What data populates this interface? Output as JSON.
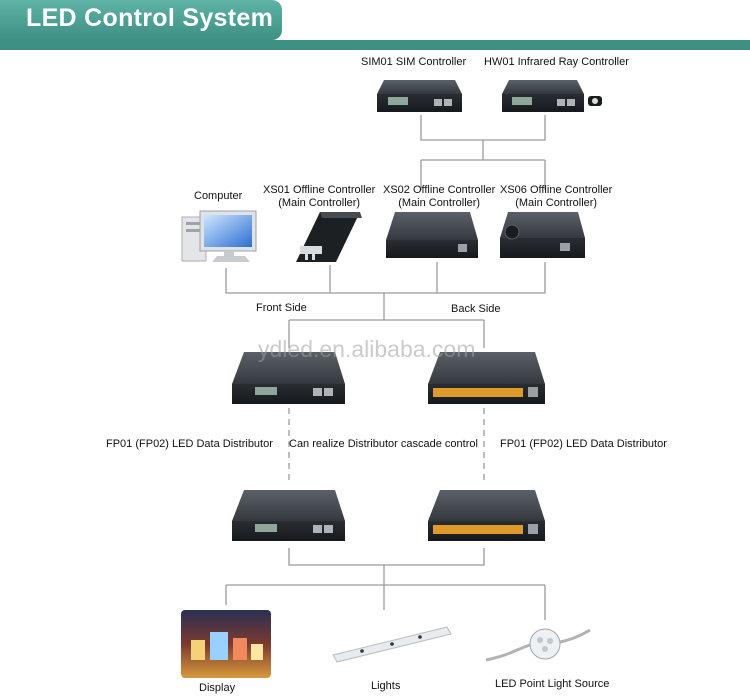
{
  "header": {
    "title": "LED Control System",
    "accent_color": "#3e8f84"
  },
  "watermark": "ydled.en.alibaba.com",
  "top_controllers": {
    "sim": "SIM01 SIM Controller",
    "hw": "HW01 Infrared Ray Controller"
  },
  "main_controllers": {
    "computer": "Computer",
    "xs01": {
      "line1": "XS01 Offline Controller",
      "line2": "(Main Controller)"
    },
    "xs02": {
      "line1": "XS02 Offline Controller",
      "line2": "(Main Controller)"
    },
    "xs06": {
      "line1": "XS06 Offline Controller",
      "line2": "(Main Controller)"
    }
  },
  "sides": {
    "front": "Front Side",
    "back": "Back Side"
  },
  "distributors": {
    "left_label": "FP01 (FP02) LED Data Distributor",
    "cascade_label": "Can realize Distributor cascade control",
    "right_label": "FP01 (FP02) LED Data Distributor"
  },
  "outputs": {
    "display": "Display",
    "lights": "Lights",
    "point": "LED Point Light Source"
  }
}
